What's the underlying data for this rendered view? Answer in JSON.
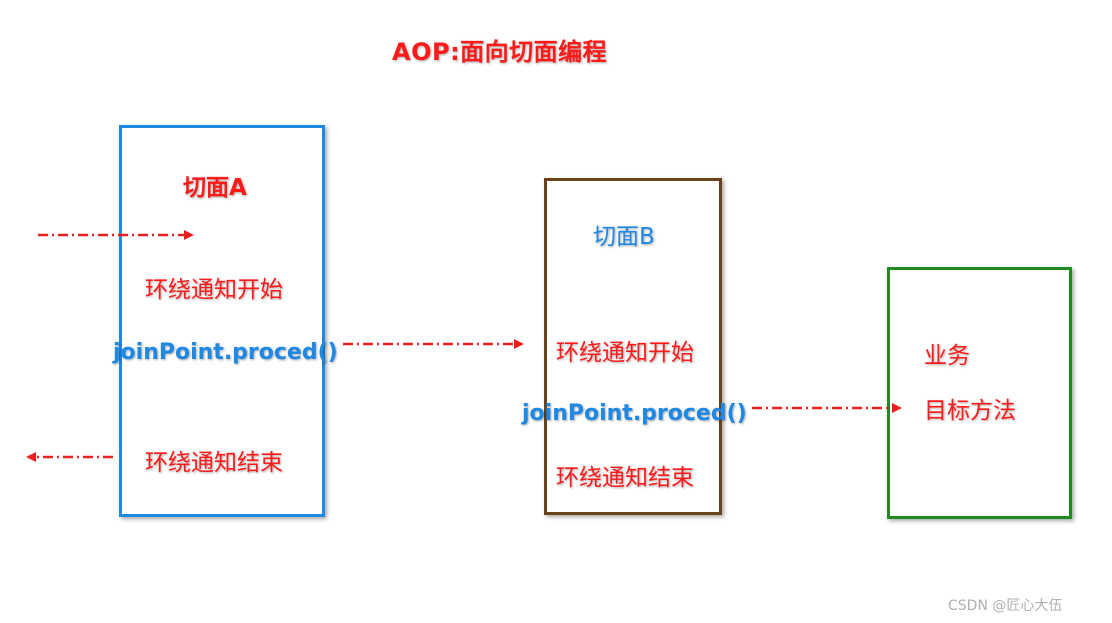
{
  "title": "AOP:面向切面编程",
  "aspect_a": {
    "label": "切面A",
    "around_start": "环绕通知开始",
    "proceed": "joinPoint.proced()",
    "around_end": "环绕通知结束"
  },
  "aspect_b": {
    "label": "切面B",
    "around_start": "环绕通知开始",
    "proceed": "joinPoint.proced()",
    "around_end": "环绕通知结束"
  },
  "target": {
    "business": "业务",
    "method": "目标方法"
  },
  "watermark": "CSDN @匠心大伍",
  "colors": {
    "title": "#ff1a1a",
    "aspect_a_border": "#1e88e5",
    "aspect_b_border": "#6b4219",
    "target_border": "#1f8a1f",
    "arrow": "#e82020",
    "proceed_text": "#1e88e5"
  }
}
